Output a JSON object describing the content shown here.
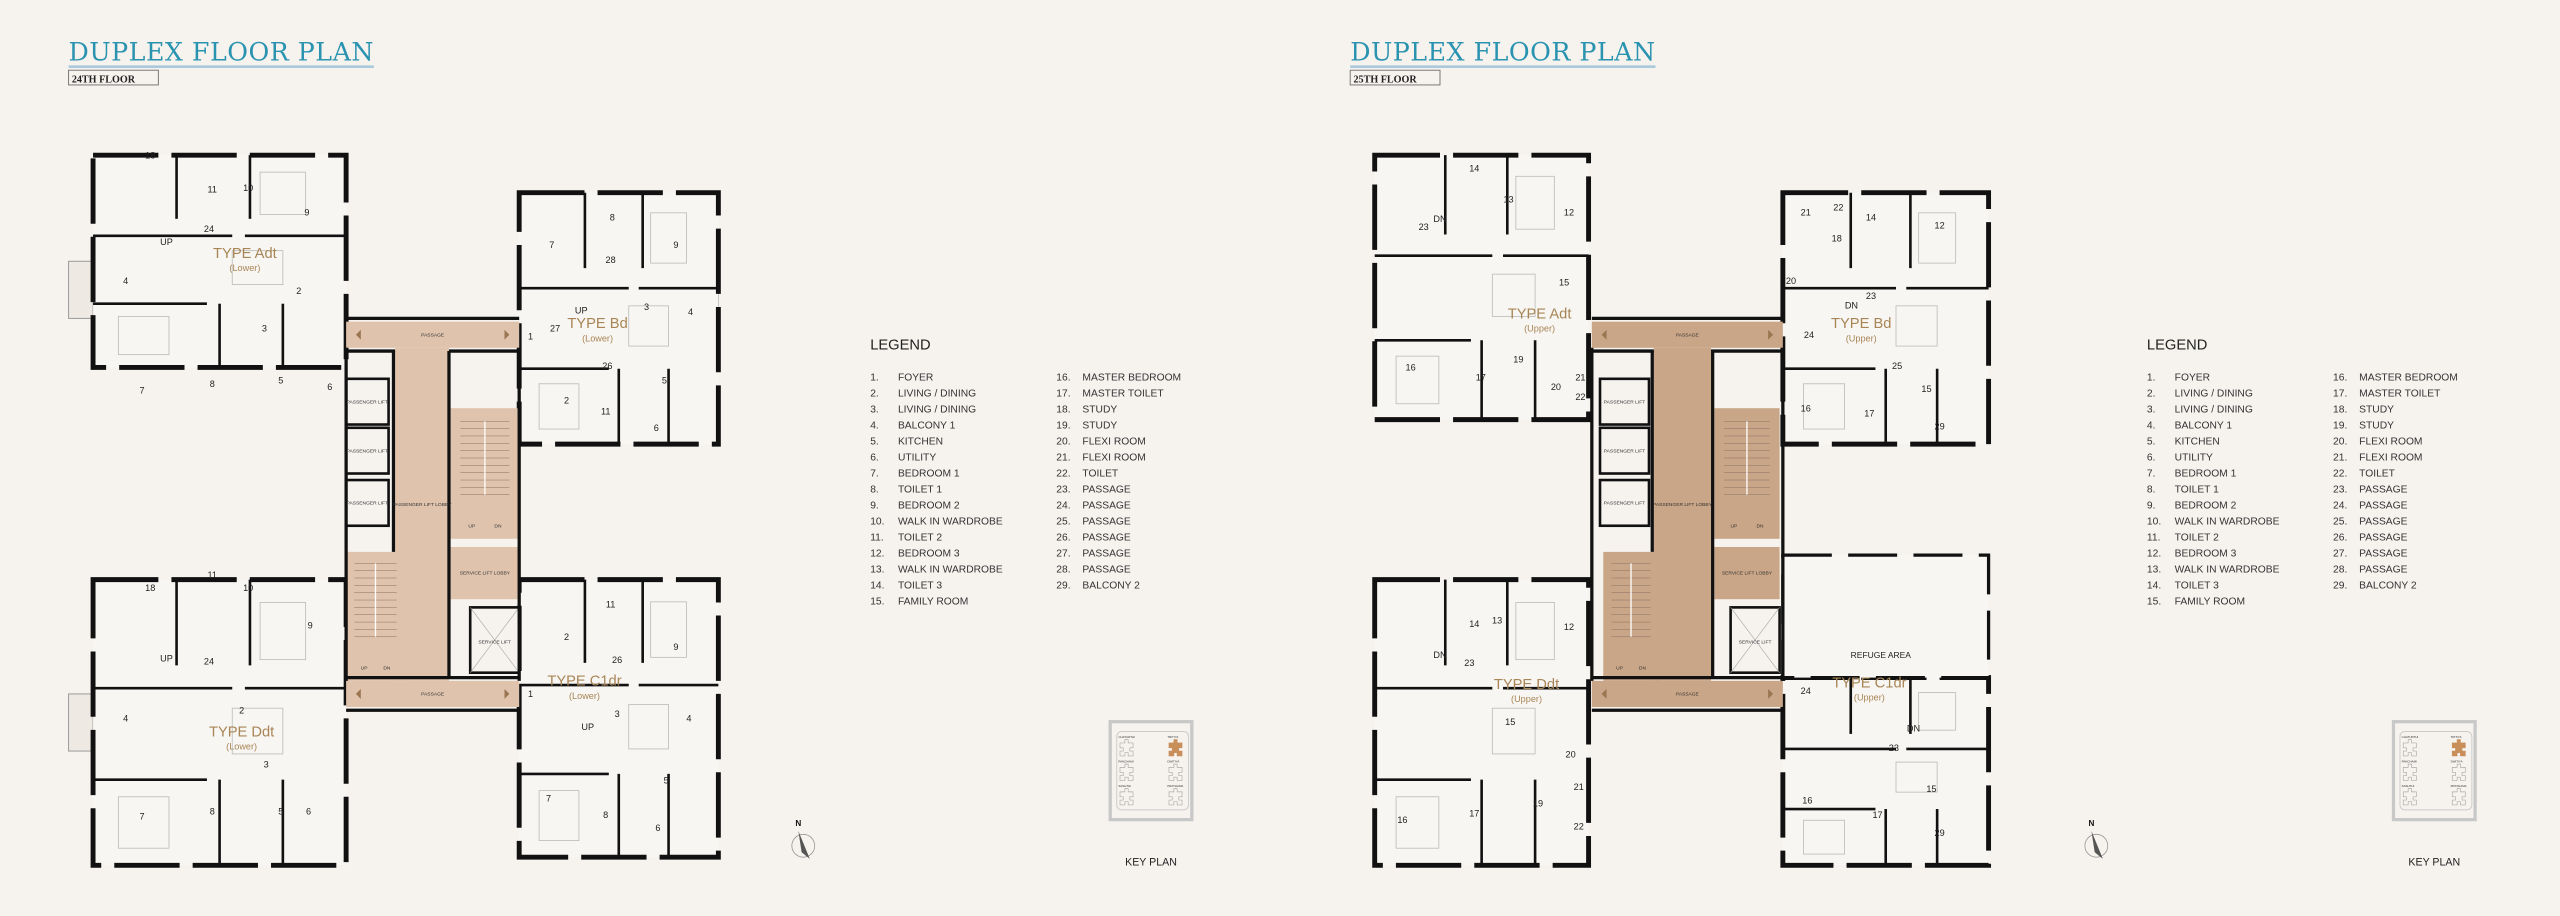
{
  "colors": {
    "title": "#2a93b0",
    "underline": "#a9c9dc",
    "wall": "#111111",
    "core_24": "#dfc3ad",
    "core_25": "#c9a687",
    "unit_type": "#a88556",
    "key_plan_highlight": "#c98f5a"
  },
  "legend": {
    "heading": "LEGEND",
    "items": [
      {
        "num": "1.",
        "label": "FOYER"
      },
      {
        "num": "2.",
        "label": "LIVING / DINING"
      },
      {
        "num": "3.",
        "label": "LIVING / DINING"
      },
      {
        "num": "4.",
        "label": "BALCONY 1"
      },
      {
        "num": "5.",
        "label": "KITCHEN"
      },
      {
        "num": "6.",
        "label": "UTILITY"
      },
      {
        "num": "7.",
        "label": "BEDROOM 1"
      },
      {
        "num": "8.",
        "label": "TOILET 1"
      },
      {
        "num": "9.",
        "label": "BEDROOM 2"
      },
      {
        "num": "10.",
        "label": "WALK IN WARDROBE"
      },
      {
        "num": "11.",
        "label": "TOILET 2"
      },
      {
        "num": "12.",
        "label": "BEDROOM 3"
      },
      {
        "num": "13.",
        "label": "WALK IN WARDROBE"
      },
      {
        "num": "14.",
        "label": "TOILET 3"
      },
      {
        "num": "15.",
        "label": "FAMILY ROOM"
      },
      {
        "num": "16.",
        "label": "MASTER BEDROOM"
      },
      {
        "num": "17.",
        "label": "MASTER TOILET"
      },
      {
        "num": "18.",
        "label": "STUDY"
      },
      {
        "num": "19.",
        "label": "STUDY"
      },
      {
        "num": "20.",
        "label": "FLEXI ROOM"
      },
      {
        "num": "21.",
        "label": "FLEXI ROOM"
      },
      {
        "num": "22.",
        "label": "TOILET"
      },
      {
        "num": "23.",
        "label": "PASSAGE"
      },
      {
        "num": "24.",
        "label": "PASSAGE"
      },
      {
        "num": "25.",
        "label": "PASSAGE"
      },
      {
        "num": "26.",
        "label": "PASSAGE"
      },
      {
        "num": "27.",
        "label": "PASSAGE"
      },
      {
        "num": "28.",
        "label": "PASSAGE"
      },
      {
        "num": "29.",
        "label": "BALCONY 2"
      }
    ]
  },
  "key_plan": {
    "label": "KEY PLAN",
    "blocks": [
      "CHATURTHI",
      "TRITIYA",
      "PANCHAMI",
      "DWITIYA",
      "SASHTHI",
      "PRATHAMA"
    ],
    "highlighted": "TRITIYA"
  },
  "north_label": "N",
  "plans": [
    {
      "title": "DUPLEX FLOOR PLAN",
      "floor": "24TH FLOOR",
      "units": [
        {
          "name": "TYPE Adt",
          "level": "(Lower)",
          "rooms": [
            "18",
            "11",
            "10",
            "9",
            "24",
            "4",
            "2",
            "3",
            "7",
            "8",
            "5",
            "6",
            "UP"
          ]
        },
        {
          "name": "TYPE Bd",
          "level": "(Lower)",
          "rooms": [
            "7",
            "8",
            "9",
            "28",
            "27",
            "3",
            "4",
            "1",
            "26",
            "2",
            "5",
            "11",
            "6",
            "UP"
          ]
        },
        {
          "name": "TYPE Ddt",
          "level": "(Lower)",
          "rooms": [
            "18",
            "11",
            "10",
            "9",
            "24",
            "4",
            "2",
            "3",
            "7",
            "8",
            "5",
            "6",
            "UP"
          ]
        },
        {
          "name": "TYPE C1dr",
          "level": "(Lower)",
          "rooms": [
            "2",
            "11",
            "9",
            "26",
            "1",
            "3",
            "4",
            "7",
            "8",
            "5",
            "6",
            "UP"
          ]
        }
      ],
      "core_labels": [
        "PASSAGE",
        "PASSAGE",
        "PASSENGER LIFT",
        "PASSENGER LIFT",
        "PASSENGER LIFT",
        "PASSENGER LIFT LOBBY",
        "UP",
        "DN",
        "UP",
        "DN",
        "SERVICE LIFT LOBBY",
        "SERVICE LIFT"
      ]
    },
    {
      "title": "DUPLEX FLOOR PLAN",
      "floor": "25TH FLOOR",
      "units": [
        {
          "name": "TYPE Adt",
          "level": "(Upper)",
          "rooms": [
            "14",
            "13",
            "12",
            "23",
            "15",
            "19",
            "16",
            "17",
            "20",
            "21",
            "22",
            "DN"
          ]
        },
        {
          "name": "TYPE Bd",
          "level": "(Upper)",
          "rooms": [
            "21",
            "22",
            "14",
            "12",
            "18",
            "20",
            "23",
            "24",
            "25",
            "16",
            "15",
            "17",
            "29",
            "DN"
          ]
        },
        {
          "name": "TYPE Ddt",
          "level": "(Upper)",
          "rooms": [
            "14",
            "13",
            "12",
            "23",
            "15",
            "20",
            "21",
            "19",
            "16",
            "17",
            "22",
            "DN"
          ]
        },
        {
          "name": "TYPE C1dr",
          "level": "(Upper)",
          "rooms": [
            "24",
            "23",
            "16",
            "15",
            "17",
            "29",
            "DN"
          ]
        }
      ],
      "core_labels": [
        "PASSAGE",
        "PASSAGE",
        "PASSENGER LIFT",
        "PASSENGER LIFT",
        "PASSENGER LIFT",
        "PASSENGER LIFT LOBBY",
        "UP",
        "DN",
        "UP",
        "DN",
        "SERVICE LIFT LOBBY",
        "SERVICE LIFT"
      ],
      "refuge_label": "REFUGE AREA"
    }
  ]
}
